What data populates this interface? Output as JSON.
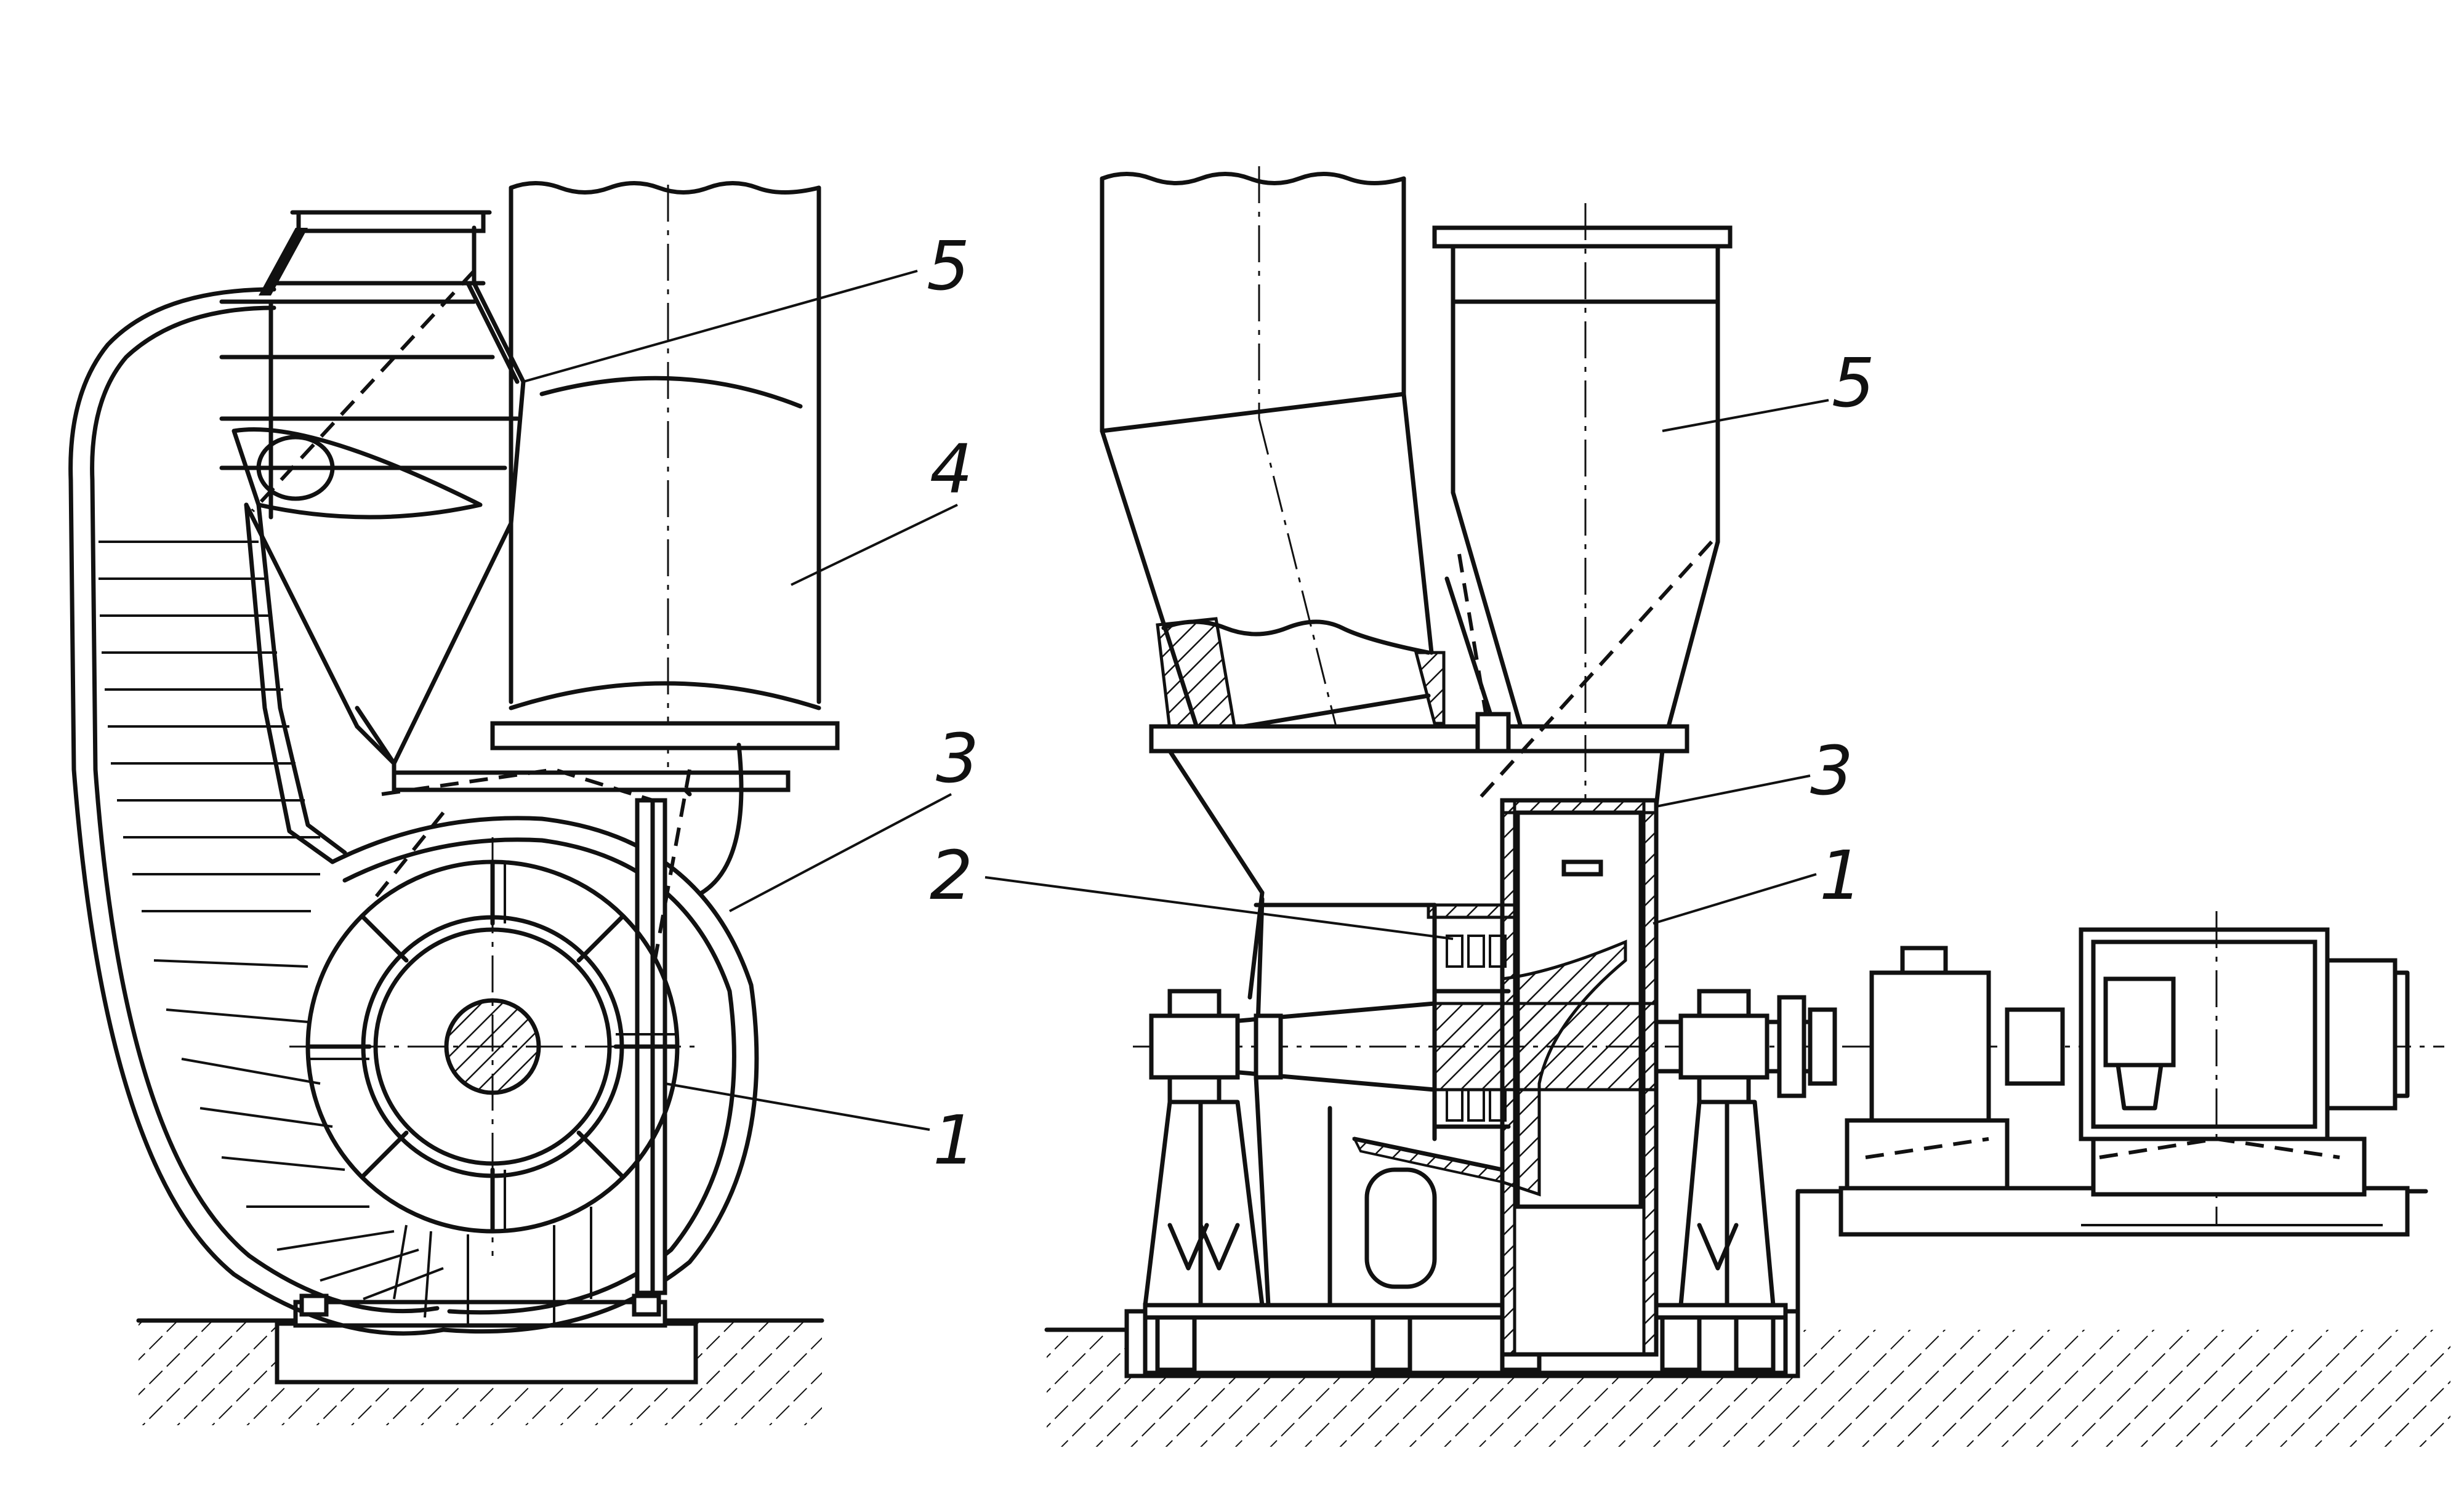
{
  "callouts": {
    "left": {
      "item_1": "1",
      "item_3": "3",
      "item_4": "4",
      "item_5": "5"
    },
    "right": {
      "item_1": "1",
      "item_2": "2",
      "item_3": "3",
      "item_5": "5"
    }
  },
  "colors": {
    "ink": "#111111",
    "paper": "#ffffff"
  }
}
